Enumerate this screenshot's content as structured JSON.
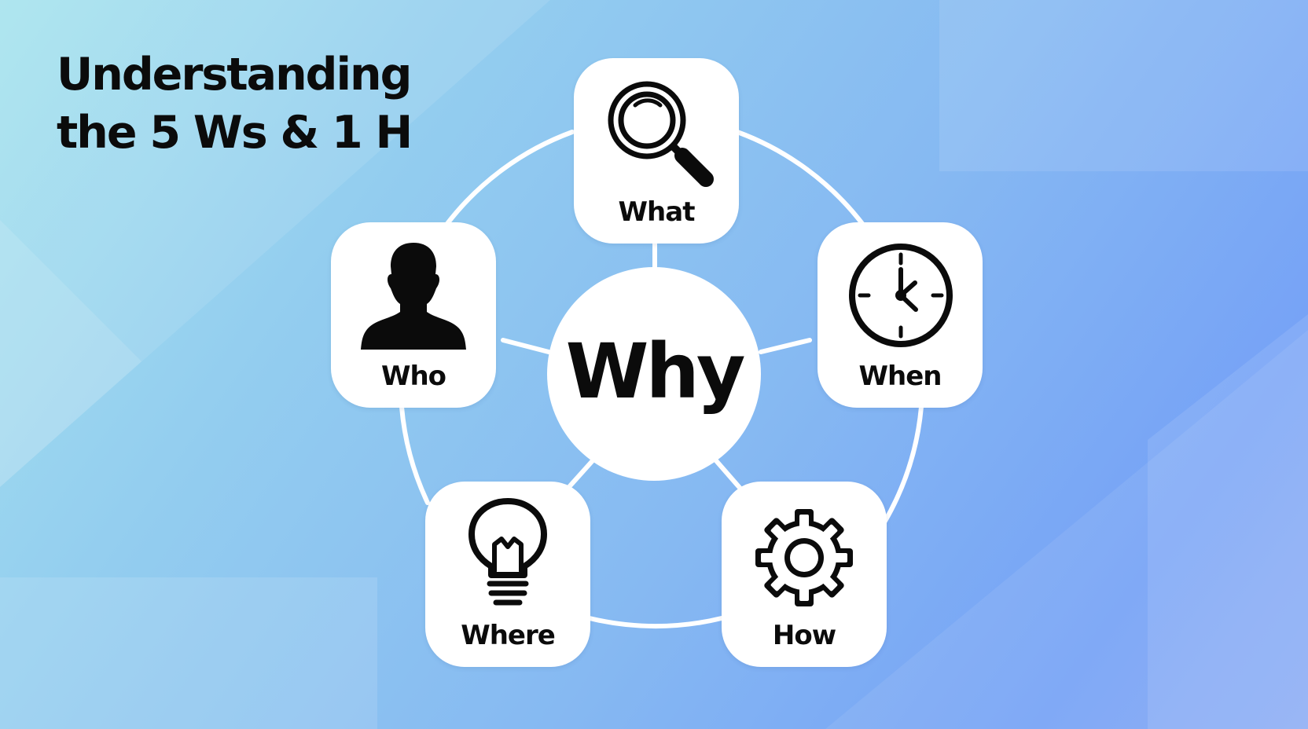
{
  "title": {
    "line1": "Understanding",
    "line2": "the 5 Ws & 1 H"
  },
  "center": {
    "label": "Why"
  },
  "nodes": [
    {
      "label": "What",
      "icon": "magnifying-glass-icon"
    },
    {
      "label": "Who",
      "icon": "person-silhouette-icon"
    },
    {
      "label": "When",
      "icon": "clock-icon"
    },
    {
      "label": "Where",
      "icon": "lightbulb-icon"
    },
    {
      "label": "How",
      "icon": "gear-icon"
    }
  ],
  "colors": {
    "background_start": "#a6e3ee",
    "background_end": "#76a2f6",
    "card": "#ffffff",
    "text": "#0b0b0b",
    "connector": "#ffffff"
  }
}
